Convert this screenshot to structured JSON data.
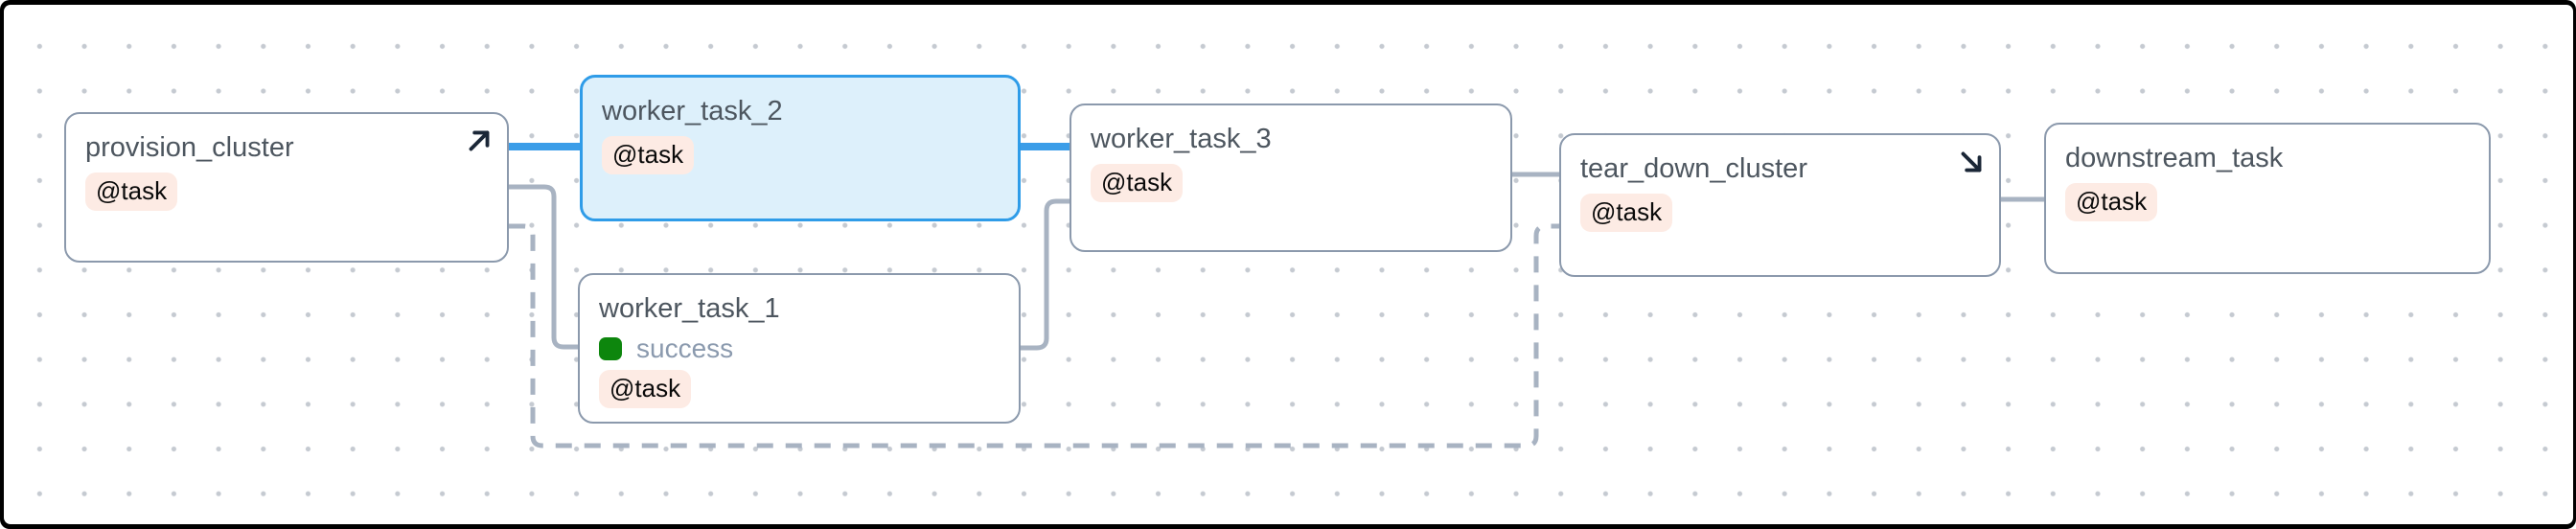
{
  "app": {
    "view": "dag-graph-canvas"
  },
  "colors": {
    "frame": "#000000",
    "canvas_background": "#ffffff",
    "grid_dot": "#c5cad1",
    "node_border": "#8b99ac",
    "node_title_text": "#4d565f",
    "selected_node_fill": "#ddf0fb",
    "selected_node_border": "#2f9ce8",
    "edge_normal": "#a8b3c2",
    "edge_selected": "#3b9de8",
    "decorator_badge_bg": "#fdebe4",
    "decorator_badge_text": "#0a0a0a",
    "status_success": "#0d860d",
    "status_text": "#8b9aae",
    "corner_icon": "#1b2737"
  },
  "nodes": [
    {
      "id": "provision_cluster",
      "label": "provision_cluster",
      "decorator": "@task",
      "icon": "arrow-up-right-icon",
      "selected": false,
      "status": null
    },
    {
      "id": "worker_task_2",
      "label": "worker_task_2",
      "decorator": "@task",
      "icon": null,
      "selected": true,
      "status": null
    },
    {
      "id": "worker_task_1",
      "label": "worker_task_1",
      "decorator": "@task",
      "icon": null,
      "selected": false,
      "status": "success"
    },
    {
      "id": "worker_task_3",
      "label": "worker_task_3",
      "decorator": "@task",
      "icon": null,
      "selected": false,
      "status": null
    },
    {
      "id": "tear_down_cluster",
      "label": "tear_down_cluster",
      "decorator": "@task",
      "icon": "arrow-down-right-icon",
      "selected": false,
      "status": null
    },
    {
      "id": "downstream_task",
      "label": "downstream_task",
      "decorator": "@task",
      "icon": null,
      "selected": false,
      "status": null
    }
  ],
  "edges": [
    {
      "from": "provision_cluster",
      "to": "worker_task_2",
      "style": "selected"
    },
    {
      "from": "worker_task_2",
      "to": "worker_task_3",
      "style": "selected"
    },
    {
      "from": "provision_cluster",
      "to": "worker_task_1",
      "style": "normal"
    },
    {
      "from": "worker_task_1",
      "to": "worker_task_3",
      "style": "normal"
    },
    {
      "from": "worker_task_3",
      "to": "tear_down_cluster",
      "style": "normal"
    },
    {
      "from": "tear_down_cluster",
      "to": "downstream_task",
      "style": "normal"
    },
    {
      "from": "provision_cluster",
      "to": "tear_down_cluster",
      "style": "dashed"
    }
  ]
}
